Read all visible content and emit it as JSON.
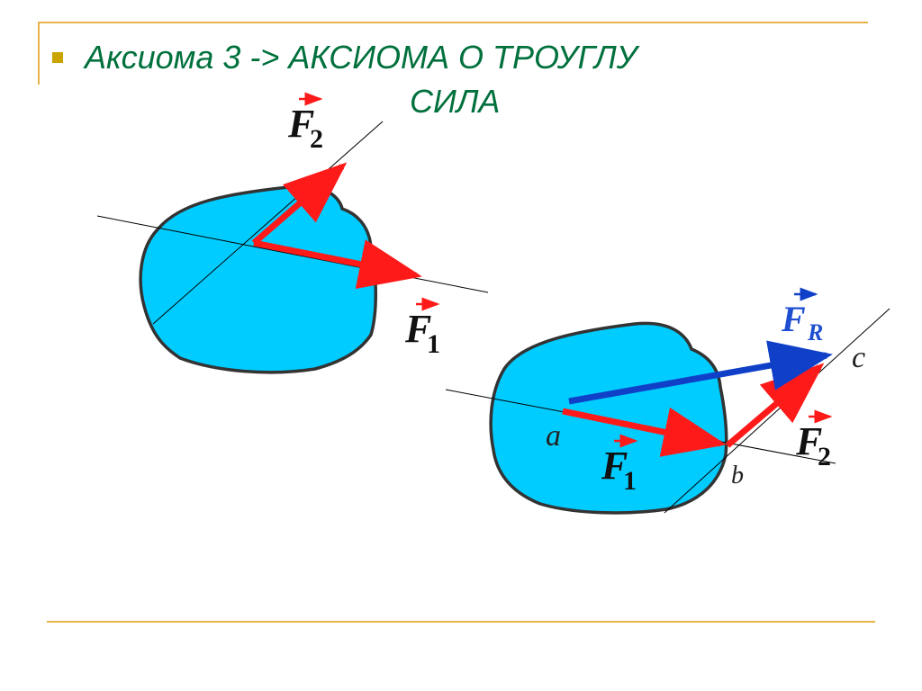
{
  "title": {
    "line1": "Аксиома 3 -> АКСИОМА О ТРОУГЛУ",
    "line2": "СИЛА"
  },
  "diagram1": {
    "f2_label": "F",
    "f2_sub": "2",
    "f1_label": "F",
    "f1_sub": "1"
  },
  "diagram2": {
    "fr_label": "F",
    "fr_sub": "R",
    "f2_label": "F",
    "f2_sub": "2",
    "f1_label": "F",
    "f1_sub": "1",
    "point_a": "a",
    "point_b": "b",
    "point_c": "c"
  },
  "colors": {
    "title": "#00703c",
    "body_fill": "#00ccff",
    "force_red": "#ff1a1a",
    "resultant_blue": "#1040c8",
    "rule_gold": "#e8b34a",
    "bullet": "#c9a400"
  }
}
